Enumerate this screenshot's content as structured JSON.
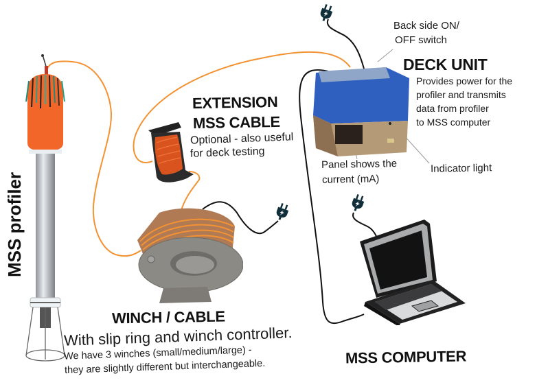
{
  "diagram": {
    "components": {
      "profiler": {
        "title": "MSS profiler"
      },
      "extension_cable": {
        "title_line1": "EXTENSION",
        "title_line2": "MSS CABLE",
        "desc_line1": "Optional - also useful",
        "desc_line2": "for deck testing"
      },
      "deck_unit": {
        "title": "DECK UNIT",
        "desc_lines": [
          "Provides power for the",
          "profiler and transmits",
          "data from profiler",
          "to MSS computer"
        ],
        "switch_note_line1": "Back side ON/",
        "switch_note_line2": "OFF switch",
        "panel_note_line1": "Panel shows the",
        "panel_note_line2": "current (mA)",
        "indicator_note": "Indicator light"
      },
      "winch": {
        "title": "WINCH / CABLE",
        "subtitle": "With slip ring and winch controller.",
        "desc_line1": "We have 3 winches (small/medium/large) -",
        "desc_line2": "they are slightly different but interchangeable."
      },
      "computer": {
        "title": "MSS COMPUTER"
      }
    },
    "colors": {
      "cable_orange": "#f39233",
      "power_cord": "#111111",
      "plug": "#0f2e3a",
      "deck_blue": "#2f5fbf",
      "deck_beige": "#b59a78",
      "profiler_orange": "#f2662a"
    },
    "icons": [
      "power-plug-icon",
      "power-plug-icon",
      "power-plug-icon"
    ]
  }
}
